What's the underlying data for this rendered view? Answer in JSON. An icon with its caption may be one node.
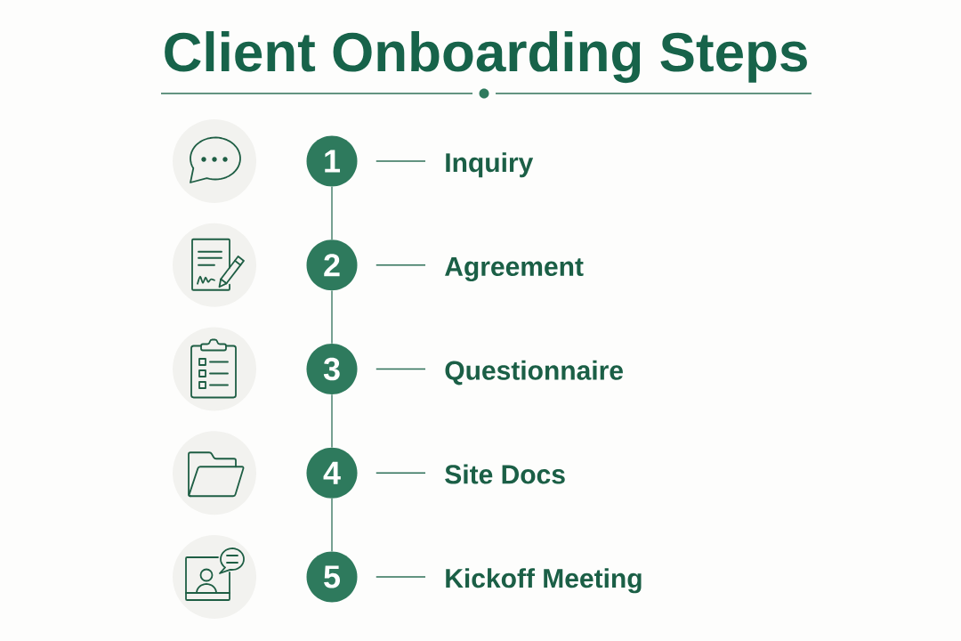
{
  "diagram": {
    "title": "Client Onboarding Steps",
    "nodes": [
      {
        "text": [
          "1"
        ]
      },
      {
        "text": [
          "Inquiry"
        ]
      },
      {
        "text": [
          "2"
        ]
      },
      {
        "text": [
          "Agreement"
        ]
      },
      {
        "text": [
          "3"
        ]
      },
      {
        "text": [
          "Questionnaire"
        ]
      },
      {
        "text": [
          "4"
        ]
      },
      {
        "text": [
          "Site Docs"
        ]
      },
      {
        "text": [
          "5"
        ]
      },
      {
        "text": [
          "Kickoff Meeting"
        ]
      }
    ],
    "edges": [
      {
        "from": 0,
        "to": 1,
        "arrow": "none"
      },
      {
        "from": 0,
        "to": 2,
        "arrow": "none"
      },
      {
        "from": 2,
        "to": 3,
        "arrow": "none"
      },
      {
        "from": 2,
        "to": 4,
        "arrow": "none"
      },
      {
        "from": 4,
        "to": 5,
        "arrow": "none"
      },
      {
        "from": 4,
        "to": 6,
        "arrow": "none"
      },
      {
        "from": 6,
        "to": 7,
        "arrow": "none"
      },
      {
        "from": 6,
        "to": 8,
        "arrow": "none"
      },
      {
        "from": 8,
        "to": 9,
        "arrow": "none"
      }
    ]
  }
}
